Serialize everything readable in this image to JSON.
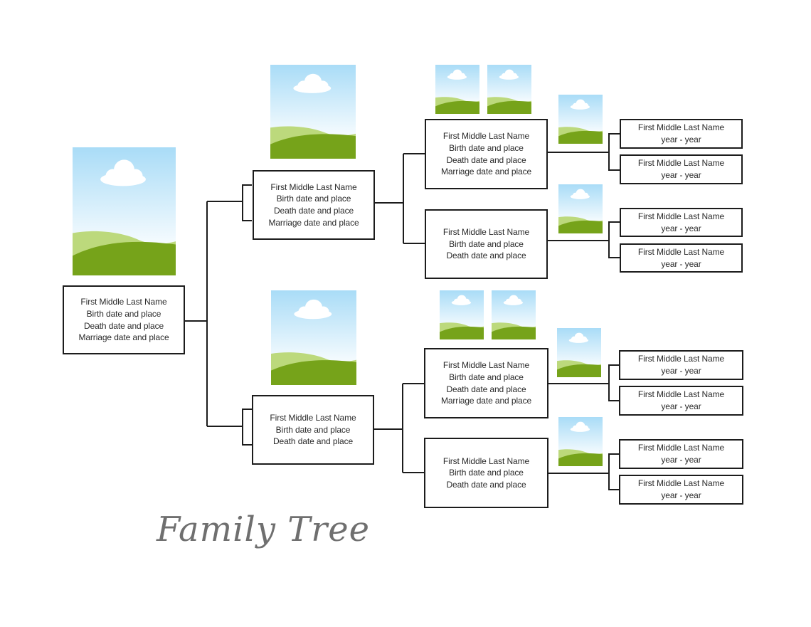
{
  "title": "Family Tree",
  "colors": {
    "sky_top": "#a9dcf7",
    "sky_bottom": "#ffffff",
    "hill_light": "#bcd97c",
    "hill_dark": "#76a31a",
    "cloud": "#ffffff",
    "line": "#1c1c1c",
    "title": "#6f6f6f"
  },
  "icons": {
    "photo": "landscape-photo-placeholder-icon"
  },
  "person": {
    "name": "First Middle Last Name",
    "birth": "Birth date and place",
    "death": "Death date and place",
    "marriage": "Marriage date and place"
  },
  "parents": [
    {
      "name": "First Middle Last Name",
      "birth": "Birth date and place",
      "death": "Death date and place",
      "marriage": "Marriage date and place"
    },
    {
      "name": "First Middle Last Name",
      "birth": "Birth date and place",
      "death": "Death date and place"
    }
  ],
  "grandparents": [
    {
      "name": "First Middle Last Name",
      "birth": "Birth date and place",
      "death": "Death date and place",
      "marriage": "Marriage date and place"
    },
    {
      "name": "First Middle Last Name",
      "birth": "Birth date and place",
      "death": "Death date and place"
    },
    {
      "name": "First Middle Last Name",
      "birth": "Birth date and place",
      "death": "Death date and place",
      "marriage": "Marriage date and place"
    },
    {
      "name": "First Middle Last Name",
      "birth": "Birth date and place",
      "death": "Death date and place"
    }
  ],
  "great_grandparents": [
    {
      "name": "First Middle Last Name",
      "years": "year - year"
    },
    {
      "name": "First Middle Last Name",
      "years": "year - year"
    },
    {
      "name": "First Middle Last Name",
      "years": "year - year"
    },
    {
      "name": "First Middle Last Name",
      "years": "year - year"
    },
    {
      "name": "First Middle Last Name",
      "years": "year - year"
    },
    {
      "name": "First Middle Last Name",
      "years": "year - year"
    },
    {
      "name": "First Middle Last Name",
      "years": "year - year"
    },
    {
      "name": "First Middle Last Name",
      "years": "year - year"
    }
  ]
}
